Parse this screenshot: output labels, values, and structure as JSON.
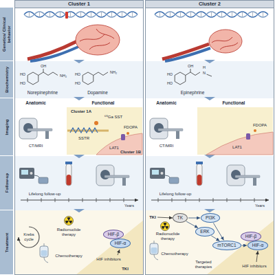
{
  "diagram": {
    "nodes": [
      {
        "text": [
          "Cluster 1"
        ]
      },
      {
        "text": [
          "Cluster 2"
        ]
      },
      {
        "text": [
          "Genetics/ Clinical behavior"
        ]
      },
      {
        "text": [
          "Biochemistry"
        ]
      },
      {
        "text": [
          "Imaging"
        ]
      },
      {
        "text": [
          "Follow-up"
        ]
      },
      {
        "text": [
          "Treatment"
        ]
      },
      {
        "text": [
          "HIF-β"
        ],
        "in": 0
      },
      {
        "text": [
          "HIF-α"
        ],
        "in": 0
      },
      {
        "text": [
          "TK"
        ],
        "in": 1
      },
      {
        "text": [
          "PI3K"
        ],
        "in": 1
      },
      {
        "text": [
          "ERK"
        ],
        "in": 1
      },
      {
        "text": [
          "mTORC1"
        ],
        "in": 1
      },
      {
        "text": [
          "HIF-β"
        ],
        "in": 1
      },
      {
        "text": [
          "HIF-α"
        ],
        "in": 1
      }
    ],
    "edges": [
      {
        "from": 9,
        "to": 10,
        "arrow": "to"
      },
      {
        "from": 9,
        "to": 11,
        "arrow": "to"
      },
      {
        "from": 10,
        "to": 12,
        "arrow": "to"
      },
      {
        "from": 11,
        "to": 12,
        "arrow": "to"
      },
      {
        "from": 12,
        "to": 14,
        "arrow": "to"
      }
    ],
    "labels": [
      "HO",
      "HO",
      "OH",
      "NH₂",
      "Norepinephrine",
      "HO",
      "HO",
      "NH₂",
      "Dopamine",
      "HO",
      "HO",
      "OH",
      "H",
      "N",
      "Epinephrine",
      "Anatomic",
      "Functional",
      "CT/MRI",
      "Cluster 1A",
      "⁶⁸Ga SST",
      "SSTR",
      "FDOPA",
      "LAT1",
      "Cluster 1B",
      "Anatomic",
      "Functional",
      "CT/MRI",
      "FDOPA",
      "LAT1",
      "Lifelong follow-up",
      "Years",
      "Lifelong follow-up",
      "Years",
      "Krebs cycle",
      "Radionuclide therapy",
      "Chemotherapy",
      "HIF inhibitors",
      "TKI",
      "TKI",
      "Radionuclide therapy",
      "Chemotherapy",
      "Targeted therapies",
      "HIF inhibitors"
    ]
  }
}
